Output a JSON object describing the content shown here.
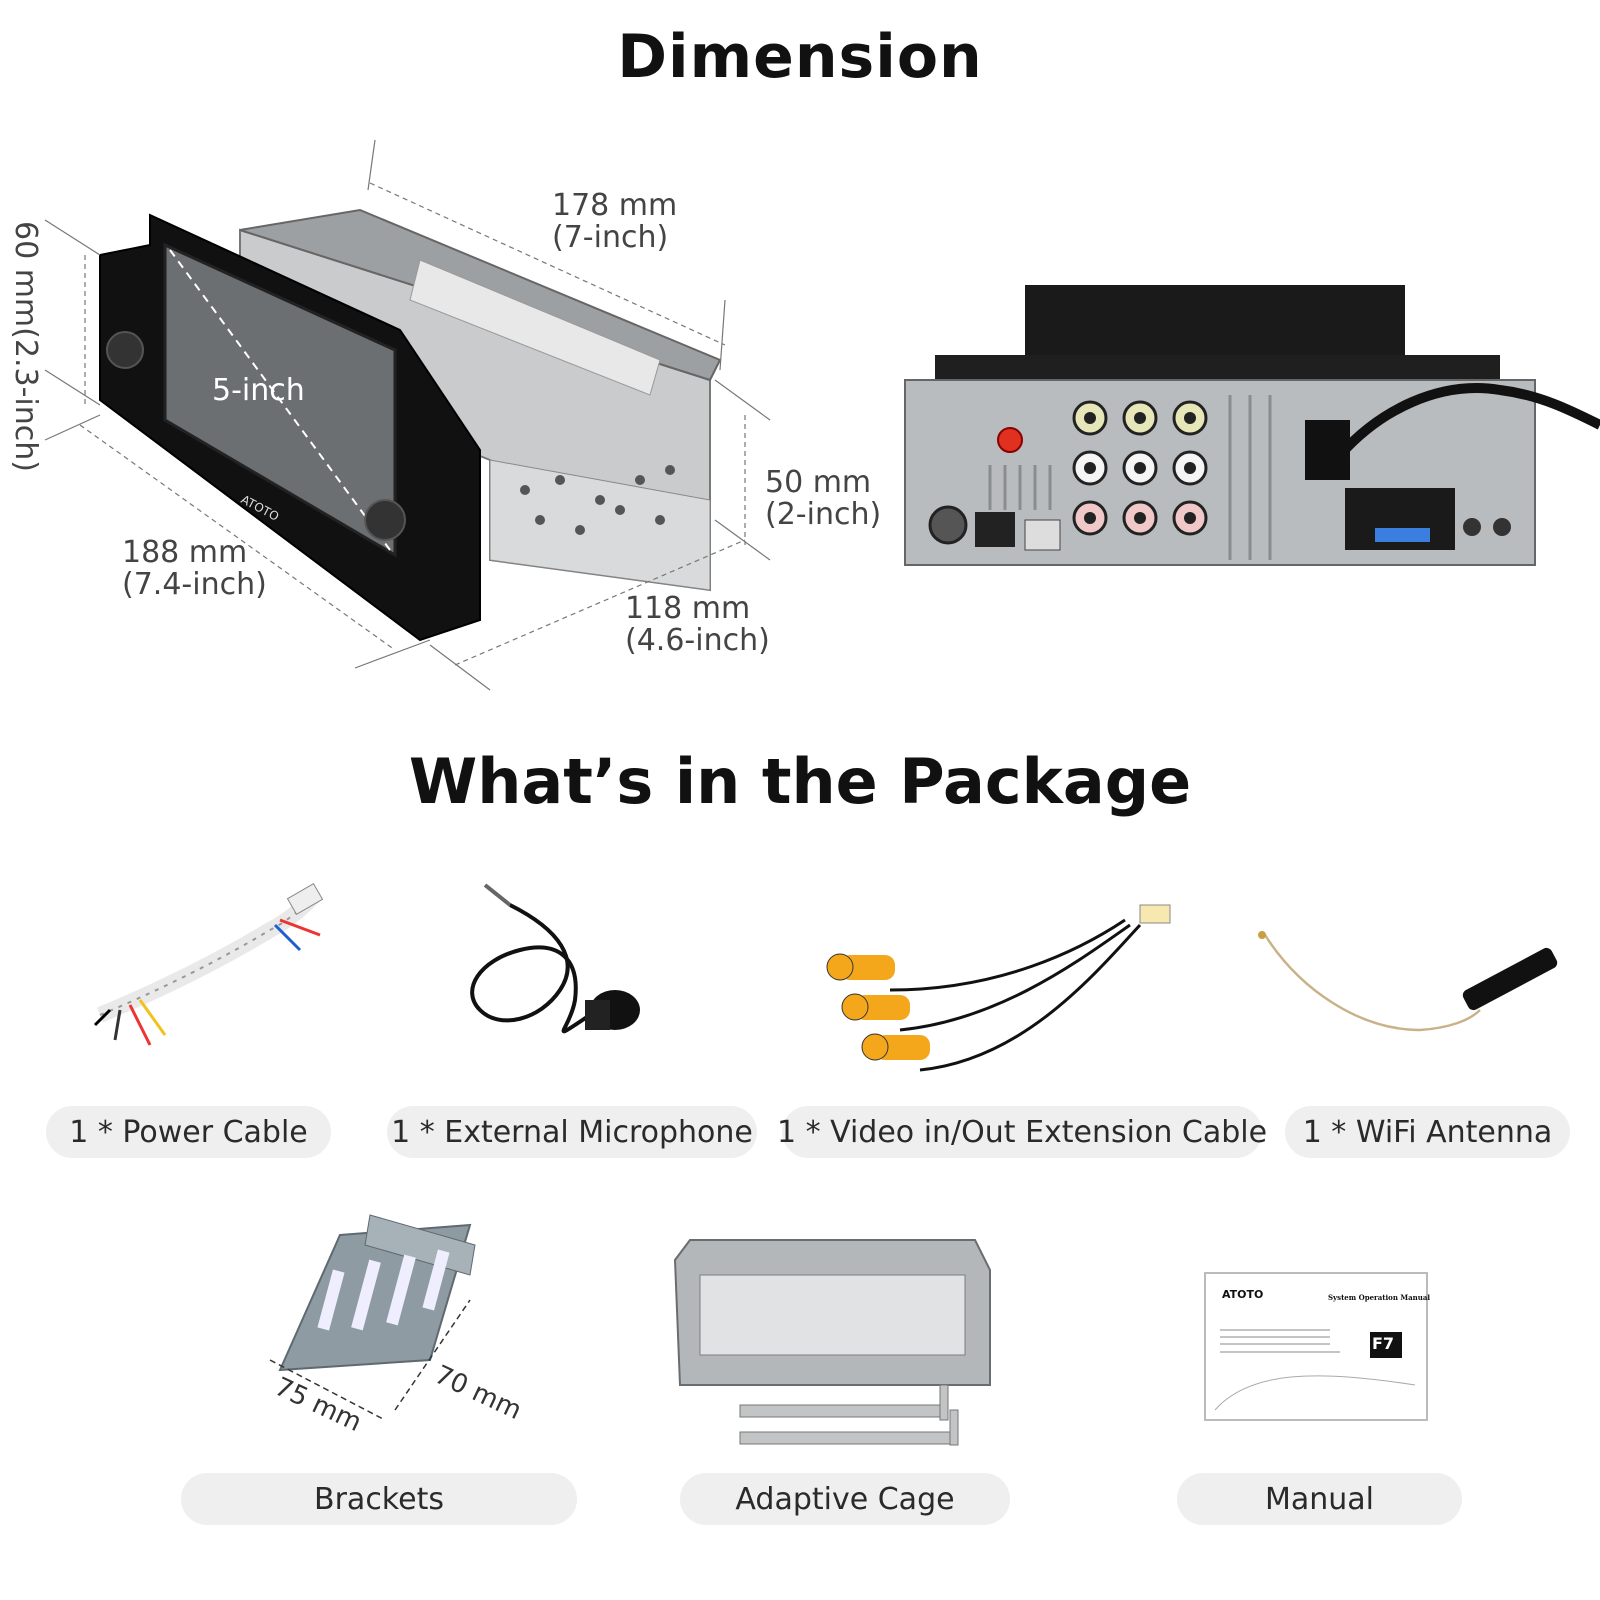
{
  "dimension": {
    "title": "Dimension",
    "labels": {
      "height": "60 mm(2.3-inch)",
      "width_top": "178 mm\n(7-inch)",
      "screen": "5-inch",
      "depth_right": "50 mm\n(2-inch)",
      "width_front": "188 mm\n(7.4-inch)",
      "depth_bottom": "118 mm\n(4.6-inch)"
    },
    "brand_on_unit": "ATOTO"
  },
  "package": {
    "title": "What’s in the Package",
    "items": [
      {
        "label": "1 * Power Cable",
        "icon": "power-cable"
      },
      {
        "label": "1 * External Microphone",
        "icon": "microphone"
      },
      {
        "label": "1 * Video in/Out Extension Cable",
        "icon": "video-cable"
      },
      {
        "label": "1 * WiFi Antenna",
        "icon": "wifi-antenna"
      },
      {
        "label": "Brackets",
        "icon": "brackets"
      },
      {
        "label": "Adaptive Cage",
        "icon": "adaptive-cage"
      },
      {
        "label": "Manual",
        "icon": "manual"
      }
    ],
    "bracket_dims": {
      "a": "75 mm",
      "b": "70 mm"
    },
    "manual": {
      "brand": "ATOTO",
      "heading": "System Operation Manual",
      "model": "F7"
    }
  }
}
